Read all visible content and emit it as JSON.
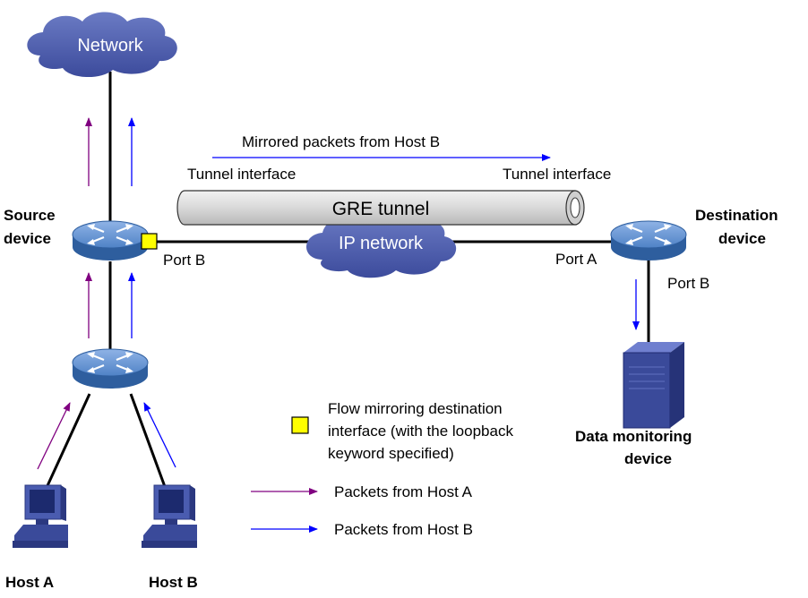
{
  "nodes": {
    "network_cloud": "Network",
    "ip_network": "IP network",
    "gre_tunnel": "GRE tunnel",
    "source_device": [
      "Source",
      "device"
    ],
    "destination_device": [
      "Destination",
      "device"
    ],
    "data_monitoring_device": [
      "Data monitoring",
      "device"
    ],
    "host_a": "Host A",
    "host_b": "Host B"
  },
  "ports": {
    "source_port_b": "Port B",
    "dest_port_a": "Port A",
    "dest_port_b": "Port B"
  },
  "tunnel": {
    "left_interface": "Tunnel interface",
    "right_interface": "Tunnel interface",
    "mirrored_label": "Mirrored packets from Host B"
  },
  "legend": {
    "destination_interface": [
      "Flow mirroring destination",
      "interface (with the loopback",
      "keyword specified)"
    ],
    "host_a_packets": "Packets from Host A",
    "host_b_packets": "Packets from Host B"
  },
  "colors": {
    "host_a_arrow": "#800080",
    "host_b_arrow": "#0000ff",
    "interface_marker": "#ffff00",
    "cloud": "#4a5aa8",
    "device": "#3f73b8",
    "tunnel_pipe": "#d9d9d9"
  }
}
